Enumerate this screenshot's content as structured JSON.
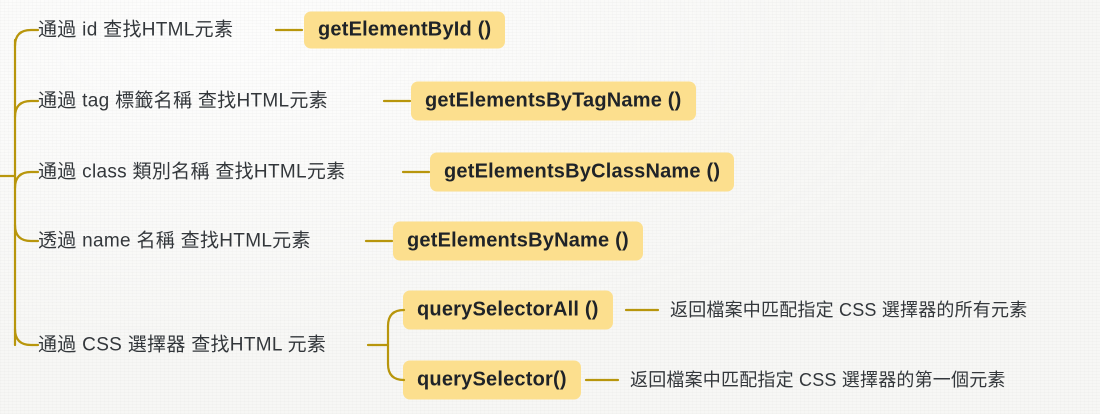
{
  "theme": {
    "background": "#f7f7f5",
    "branch_line": "#b8960c",
    "badge_fill": "#fcdf8e",
    "text": "#33373b",
    "badge_text": "#1f2328"
  },
  "diagram": {
    "type": "mind-map",
    "orientation": "left-to-right",
    "root_branch_count": 5,
    "branches": [
      {
        "id": "by-id",
        "label": "通過 id 查找HTML元素",
        "method": "getElementById ()",
        "children": []
      },
      {
        "id": "by-tag",
        "label": "通過 tag 標籤名稱 查找HTML元素",
        "method": "getElementsByTagName ()",
        "children": []
      },
      {
        "id": "by-class",
        "label": "通過 class 類別名稱 查找HTML元素",
        "method": "getElementsByClassName ()",
        "children": []
      },
      {
        "id": "by-name",
        "label": "透過 name 名稱 查找HTML元素",
        "method": "getElementsByName ()",
        "children": []
      },
      {
        "id": "by-css-selector",
        "label": "通過 CSS 選擇器 查找HTML 元素",
        "method": null,
        "children": [
          {
            "id": "query-selector-all",
            "method": "querySelectorAll ()",
            "description": "返回檔案中匹配指定 CSS 選擇器的所有元素"
          },
          {
            "id": "query-selector",
            "method": "querySelector()",
            "description": "返回檔案中匹配指定 CSS 選擇器的第一個元素"
          }
        ]
      }
    ]
  }
}
